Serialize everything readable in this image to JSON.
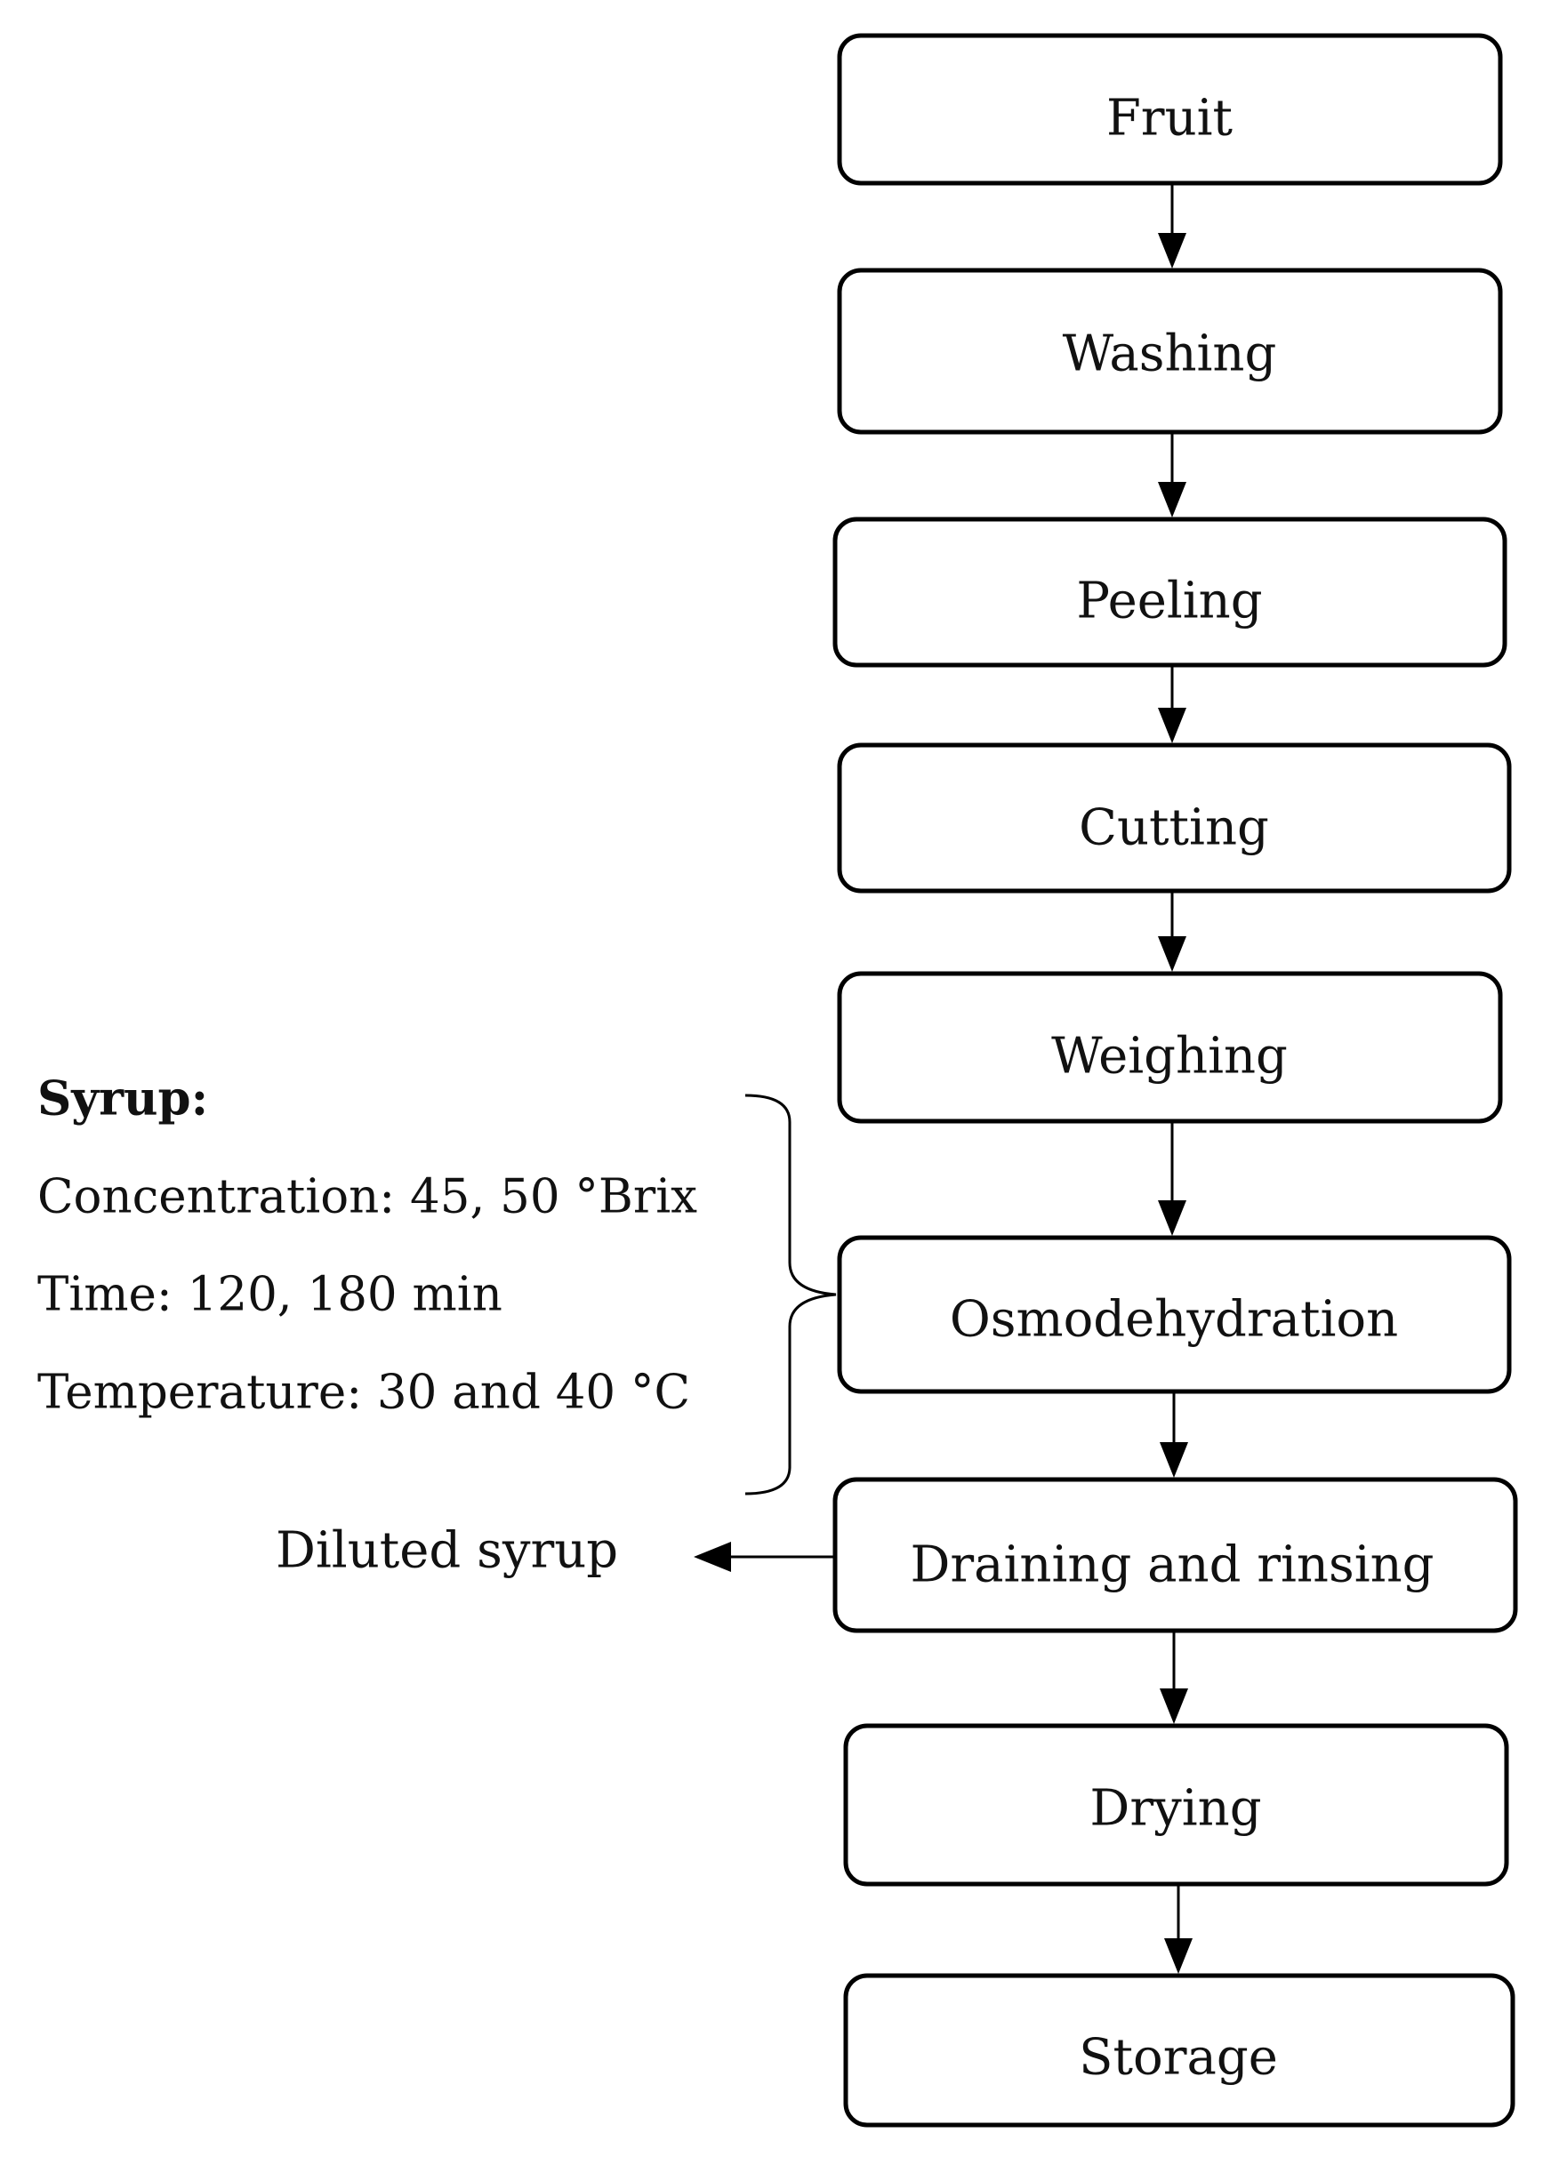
{
  "steps": [
    {
      "id": "fruit",
      "label": "Fruit"
    },
    {
      "id": "washing",
      "label": "Washing"
    },
    {
      "id": "peeling",
      "label": "Peeling"
    },
    {
      "id": "cutting",
      "label": "Cutting"
    },
    {
      "id": "weighing",
      "label": "Weighing"
    },
    {
      "id": "osmodehydration",
      "label": "Osmodehydration"
    },
    {
      "id": "draining-and-rinsing",
      "label": "Draining and rinsing"
    },
    {
      "id": "drying",
      "label": "Drying"
    },
    {
      "id": "storage",
      "label": "Storage"
    }
  ],
  "syrup": {
    "title": "Syrup:",
    "concentration": "Concentration: 45, 50 °Brix",
    "time": "Time: 120, 180 min",
    "temperature": "Temperature: 30 and 40 °C"
  },
  "side_output": {
    "label": "Diluted syrup"
  }
}
